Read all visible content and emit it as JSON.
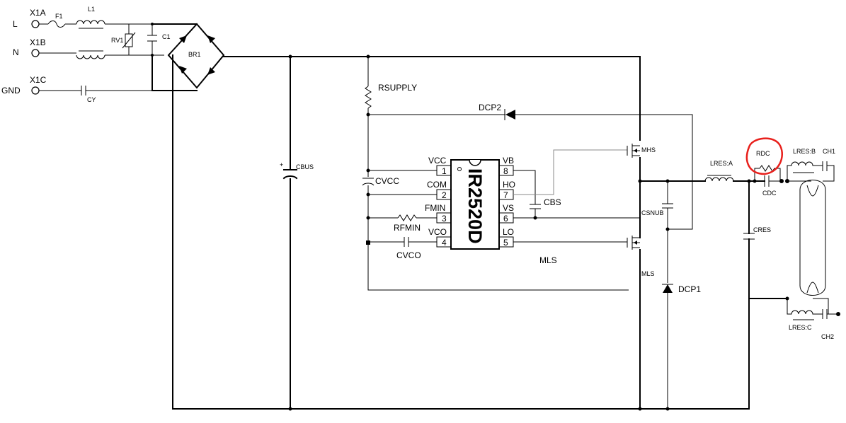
{
  "inputs": {
    "L": "L",
    "N": "N",
    "GND": "GND",
    "X1A": "X1A",
    "X1B": "X1B",
    "X1C": "X1C"
  },
  "parts": {
    "F1": "F1",
    "L1": "L1",
    "RV1": "RV1",
    "C1": "C1",
    "CY": "CY",
    "BR1": "BR1",
    "CBUS": "CBUS",
    "RSUPPLY": "RSUPPLY",
    "DCP2": "DCP2",
    "CVCC": "CVCC",
    "RFMIN": "RFMIN",
    "CVCO": "CVCO",
    "CBS": "CBS",
    "MHS": "MHS",
    "MLS": "MLS",
    "MLS_net": "MLS",
    "CSNUB": "CSNUB",
    "DCP1": "DCP1",
    "LRES_A": "LRES:A",
    "RDC": "RDC",
    "CDC": "CDC",
    "LRES_B": "LRES:B",
    "CH1": "CH1",
    "CRES": "CRES",
    "LRES_C": "LRES:C",
    "CH2": "CH2"
  },
  "ic": {
    "name": "IR2520D",
    "left_pins": [
      {
        "num": "1",
        "name": "VCC"
      },
      {
        "num": "2",
        "name": "COM"
      },
      {
        "num": "3",
        "name": "FMIN"
      },
      {
        "num": "4",
        "name": "VCO"
      }
    ],
    "right_pins": [
      {
        "num": "8",
        "name": "VB"
      },
      {
        "num": "7",
        "name": "HO"
      },
      {
        "num": "6",
        "name": "VS"
      },
      {
        "num": "5",
        "name": "LO"
      }
    ]
  },
  "colors": {
    "wire": "#000000",
    "highlight": "#e8201c",
    "gate_lead": "#888888"
  }
}
